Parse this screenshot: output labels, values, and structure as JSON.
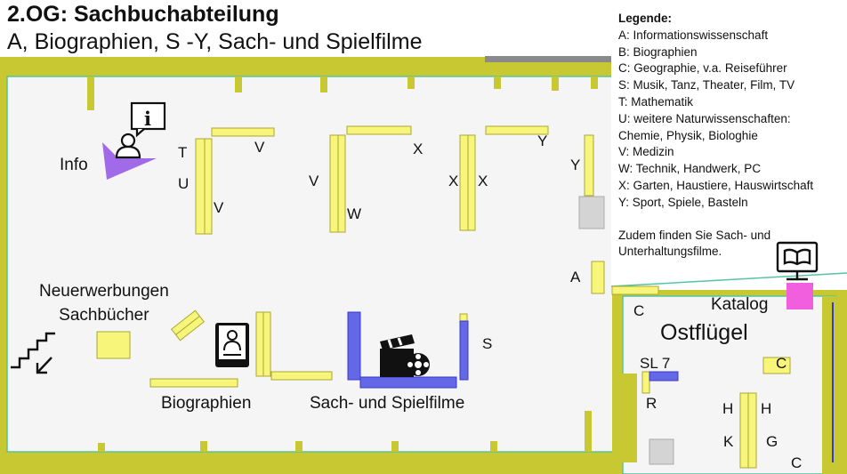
{
  "header": {
    "title": "2.OG: Sachbuchabteilung",
    "subtitle": "A, Biographien, S -Y, Sach- und Spielfilme"
  },
  "legend": {
    "heading": "Legende:",
    "items": [
      "A:  Informationswissenschaft",
      "B:  Biographien",
      "C:  Geographie, v.a. Reiseführer",
      "S: Musik, Tanz, Theater, Film, TV",
      "T: Mathematik",
      "U: weitere Naturwissenschaften:",
      "Chemie, Physik, Biologhie",
      "V: Medizin",
      "W: Technik, Handwerk, PC",
      "X: Garten, Haustiere, Hauswirtschaft",
      "Y: Sport, Spiele, Basteln"
    ],
    "note": "Zudem finden Sie Sach- und Unterhaltungsfilme."
  },
  "map": {
    "areas": {
      "info": "Info",
      "new_books": "Neuerwerbungen\nSachbücher",
      "biographies": "Biographien",
      "films": "Sach- und Spielfilme",
      "catalog": "Katalog",
      "east_wing": "Ostflügel",
      "sl7": "SL 7"
    },
    "shelf_letters": {
      "t": "T",
      "u": "U",
      "v1": "V",
      "v2": "V",
      "v3": "V",
      "w": "W",
      "x1": "X",
      "x2": "X",
      "x3": "X",
      "y1": "Y",
      "y2": "Y",
      "a": "A",
      "s": "S",
      "c1": "C",
      "c2": "C",
      "c3": "C",
      "r": "R",
      "h1": "H",
      "h2": "H",
      "k": "K",
      "g": "G"
    },
    "icons": [
      "info-person-icon",
      "stairs-down-icon",
      "biography-book-icon",
      "film-reel-icon",
      "catalog-computer-icon"
    ],
    "colors": {
      "wall": "#c8c832",
      "wall_edge": "#56c3a4",
      "shelf": "#f7f57a",
      "shelf_edge": "#a8a832",
      "floor": "#f6f5f5",
      "film_shelf": "#6467e6",
      "info_desk": "#a16ae8",
      "catalog": "#f25fde",
      "column": "#d4d4d4"
    }
  }
}
